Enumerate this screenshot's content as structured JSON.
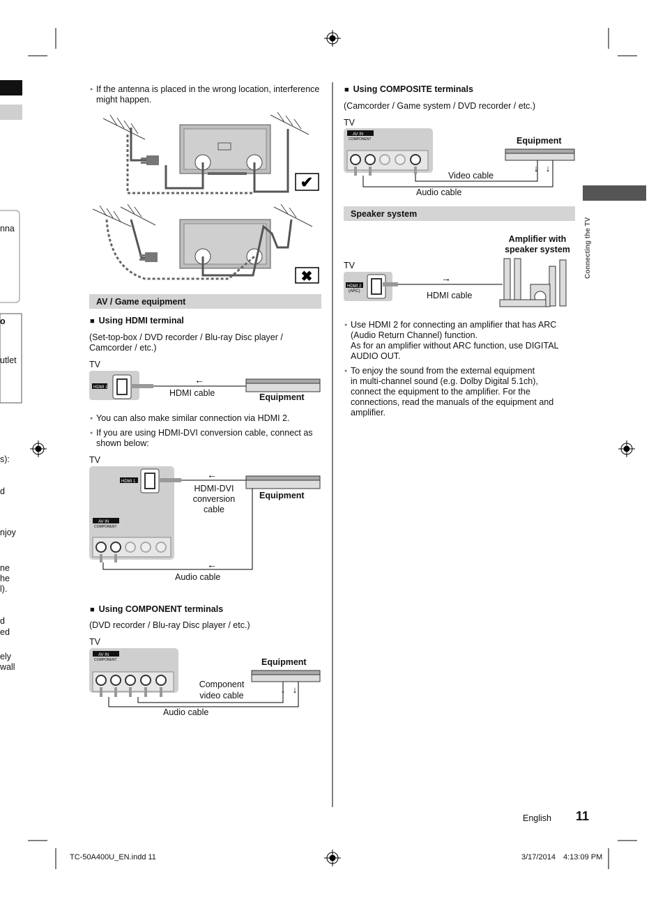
{
  "left_col": {
    "antenna_note": "If the antenna is placed in the wrong location, interference might happen.",
    "section_bar": "AV / Game equipment",
    "hdmi_heading": "Using HDMI terminal",
    "hdmi_devices": "(Set-top-box / DVD recorder / Blu-ray Disc player / Camcorder / etc.)",
    "tv_label": "TV",
    "hdmi_port_label": "HDMI 1",
    "hdmi_cable_label": "HDMI cable",
    "equipment_label": "Equipment",
    "hdmi2_note": "You can also make similar connection via HDMI 2.",
    "dvi_note": "If you are using HDMI-DVI conversion cable, connect as shown below:",
    "dvi_cable_lines": [
      "HDMI-DVI",
      "conversion",
      "cable"
    ],
    "av_in_label": "AV IN",
    "component_label": "COMPONENT",
    "audio_cable_label": "Audio cable",
    "component_heading": "Using COMPONENT terminals",
    "component_devices": "(DVD recorder / Blu-ray Disc player / etc.)",
    "component_cable_lines": [
      "Component",
      "video cable"
    ]
  },
  "right_col": {
    "composite_heading": "Using COMPOSITE terminals",
    "composite_devices": "(Camcorder / Game system / DVD recorder / etc.)",
    "tv_label": "TV",
    "equipment_label": "Equipment",
    "video_cable_label": "Video cable",
    "audio_cable_label": "Audio cable",
    "speaker_bar": "Speaker system",
    "amp_lines": [
      "Amplifier with",
      "speaker system"
    ],
    "hdmi2_port_lines": [
      "HDMI 2",
      "(ARC)"
    ],
    "hdmi_cable_label": "HDMI cable",
    "bullet1_lines": [
      "Use HDMI 2 for connecting an amplifier that has ARC",
      "(Audio Return Channel) function.",
      "As for an amplifier without ARC function, use DIGITAL",
      "AUDIO OUT."
    ],
    "bullet2_lines": [
      "To enjoy the sound from the external equipment",
      "in multi-channel sound (e.g. Dolby Digital 5.1ch),",
      "connect the equipment to the amplifier. For the",
      "connections, read the manuals of the equipment and",
      "amplifier."
    ]
  },
  "side_tab": "Connecting the TV",
  "margin_fragments": [
    "nna",
    "o",
    "utlet",
    "s):",
    "d",
    "njoy",
    "ne",
    "he",
    "l).",
    "d",
    "ed",
    "ely",
    "wall"
  ],
  "footer": {
    "language": "English",
    "page_number": "11",
    "file_info": "TC-50A400U_EN.indd   11",
    "date": "3/17/2014",
    "time": "4:13:09 PM"
  }
}
